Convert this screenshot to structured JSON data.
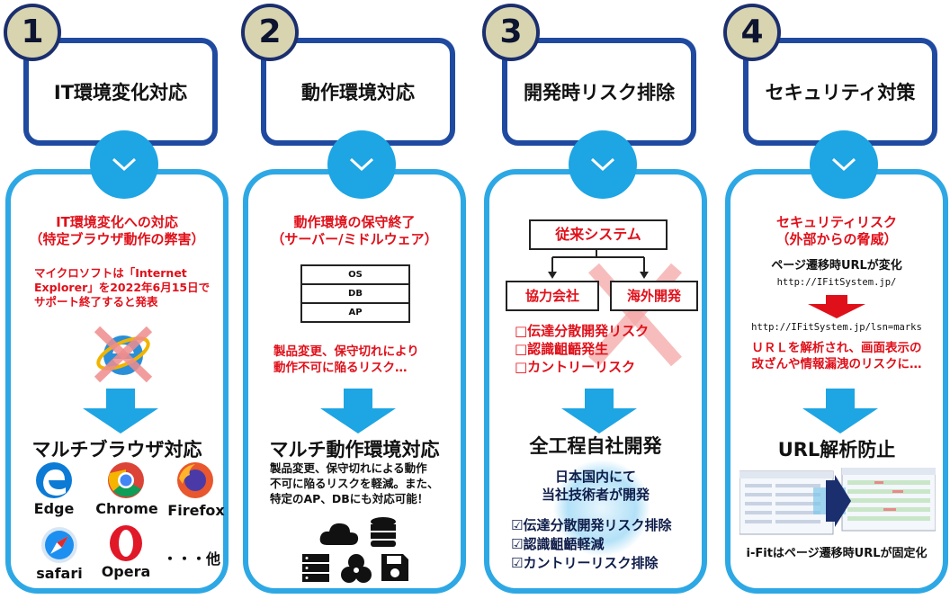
{
  "columns": [
    {
      "number": "1",
      "title": "IT環境変化対応",
      "heading": [
        "IT環境変化への対応",
        "（特定ブラウザ動作の弊害）"
      ],
      "notice": [
        "マイクロソフトは「Internet",
        "Explorer」を2022年6月15日で",
        "サポート終了すると発表"
      ],
      "result": "マルチブラウザ対応",
      "browsers": [
        "Edge",
        "Chrome",
        "Firefox",
        "safari",
        "Opera",
        "・・・他"
      ]
    },
    {
      "number": "2",
      "title": "動作環境対応",
      "heading": [
        "動作環境の保守終了",
        "（サーバー/ミドルウェア）"
      ],
      "stack": [
        "OS",
        "DB",
        "AP"
      ],
      "risk": [
        "製品変更、保守切れにより",
        "動作不可に陥るリスク…"
      ],
      "result": "マルチ動作環境対応",
      "desc": [
        "製品変更、保守切れによる動作",
        "不可に陥るリスクを軽減。また、",
        "特定のAP、DBにも対応可能！"
      ]
    },
    {
      "number": "3",
      "title": "開発時リスク排除",
      "legacy": "従来システム",
      "branches": [
        "協力会社",
        "海外開発"
      ],
      "risks": [
        "□伝達分散開発リスク",
        "□認識齟齬発生",
        "□カントリーリスク"
      ],
      "result": "全工程自社開発",
      "sub": [
        "日本国内にて",
        "当社技術者が開発"
      ],
      "checks": [
        "☑伝達分散開発リスク排除",
        "☑認識齟齬軽減",
        "☑カントリーリスク排除"
      ]
    },
    {
      "number": "4",
      "title": "セキュリティ対策",
      "heading": [
        "セキュリティリスク",
        "（外部からの脅威）"
      ],
      "url_note": "ページ遷移時URLが変化",
      "url1": "http://IFitSystem.jp/",
      "url2": "http://IFitSystem.jp/lsn=marks",
      "risk": [
        "ＵＲＬを解析され、画面表示の",
        "改ざんや情報漏洩のリスクに…"
      ],
      "result": "URL解析防止",
      "footer": "i-Fitはページ遷移時URLが固定化"
    }
  ],
  "colors": {
    "navy": "#1f4aa0",
    "sky": "#2ea8e4",
    "red": "#e0101a",
    "badge": "#d8d4b0"
  }
}
